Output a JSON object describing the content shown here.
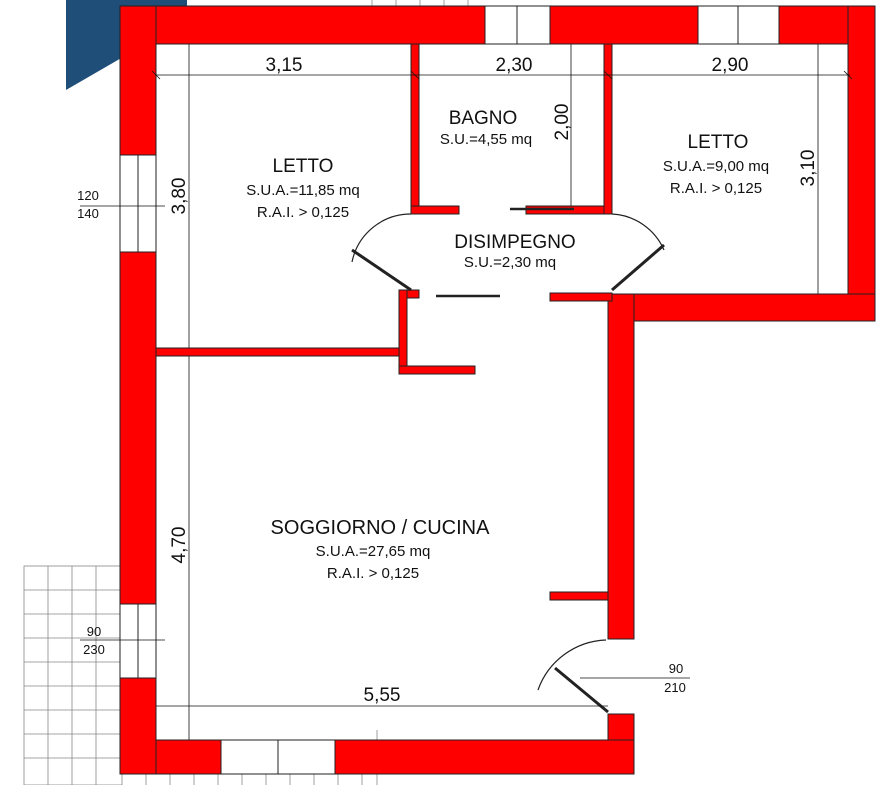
{
  "colors": {
    "wall": "#ff0000",
    "line": "#111111",
    "corner_mark": "#1f4e79"
  },
  "rooms": {
    "bedroom_left": {
      "name": "LETTO",
      "area": "S.U.A.=11,85 mq",
      "rai": "R.A.I. > 0,125"
    },
    "bathroom": {
      "name": "BAGNO",
      "area": "S.U.=4,55 mq"
    },
    "bedroom_right": {
      "name": "LETTO",
      "area": "S.U.A.=9,00 mq",
      "rai": "R.A.I. > 0,125"
    },
    "hallway": {
      "name": "DISIMPEGNO",
      "area": "S.U.=2,30 mq"
    },
    "living": {
      "name": "SOGGIORNO / CUCINA",
      "area": "S.U.A.=27,65 mq",
      "rai": "R.A.I. > 0,125"
    }
  },
  "dimensions": {
    "width_bedroom_left": "3,15",
    "width_bathroom": "2,30",
    "width_bedroom_right": "2,90",
    "height_bathroom": "2,00",
    "height_bedroom_left": "3,80",
    "height_bedroom_right": "3,10",
    "height_living": "4,70",
    "width_living": "5,55"
  },
  "openings": {
    "window_left_upper": {
      "top": "120",
      "bottom": "140"
    },
    "window_left_lower": {
      "top": "90",
      "bottom": "230"
    },
    "entrance_door": {
      "top": "90",
      "bottom": "210"
    }
  }
}
